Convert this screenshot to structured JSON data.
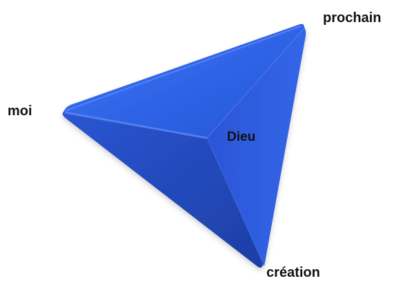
{
  "labels": {
    "top_right": "prochain",
    "left": "moi",
    "center": "Dieu",
    "bottom": "création"
  },
  "colors": {
    "face_top": "#2e63e6",
    "face_left": "#2347b8",
    "face_right": "#2a52cf",
    "edge_highlight": "#6f95ff",
    "text": "#111111"
  }
}
